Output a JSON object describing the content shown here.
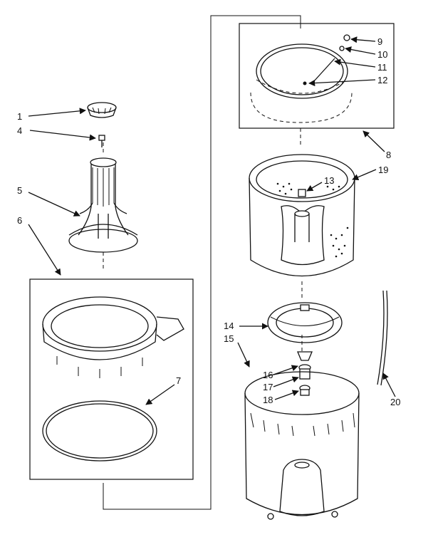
{
  "callouts": [
    {
      "id": "c1",
      "text": "1"
    },
    {
      "id": "c4",
      "text": "4"
    },
    {
      "id": "c5",
      "text": "5"
    },
    {
      "id": "c6",
      "text": "6"
    },
    {
      "id": "c7",
      "text": "7"
    },
    {
      "id": "c8",
      "text": "8"
    },
    {
      "id": "c9",
      "text": "9"
    },
    {
      "id": "c10",
      "text": "10"
    },
    {
      "id": "c11",
      "text": "11"
    },
    {
      "id": "c12",
      "text": "12"
    },
    {
      "id": "c13",
      "text": "13"
    },
    {
      "id": "c14",
      "text": "14"
    },
    {
      "id": "c15",
      "text": "15"
    },
    {
      "id": "c16",
      "text": "16"
    },
    {
      "id": "c17",
      "text": "17"
    },
    {
      "id": "c18",
      "text": "18"
    },
    {
      "id": "c19",
      "text": "19"
    },
    {
      "id": "c20",
      "text": "20"
    }
  ]
}
